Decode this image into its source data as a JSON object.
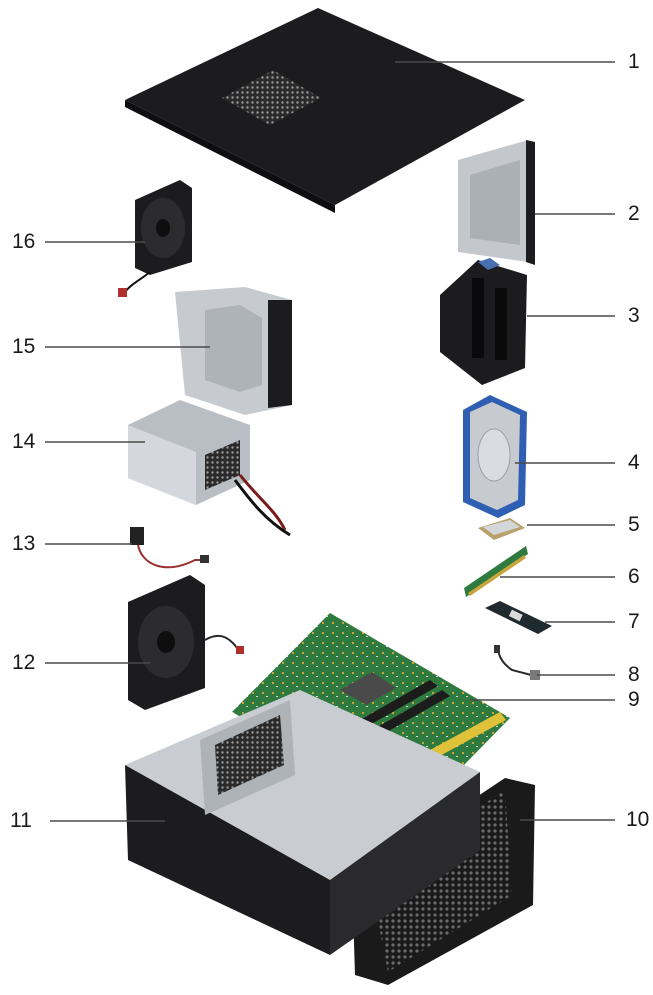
{
  "diagram": {
    "callouts": [
      {
        "number": "1",
        "side": "right",
        "part": "side-cover"
      },
      {
        "number": "2",
        "side": "right",
        "part": "optical-drive-bezel"
      },
      {
        "number": "3",
        "side": "right",
        "part": "hdd-bracket"
      },
      {
        "number": "4",
        "side": "right",
        "part": "hard-drive"
      },
      {
        "number": "5",
        "side": "right",
        "part": "processor"
      },
      {
        "number": "6",
        "side": "right",
        "part": "memory-module"
      },
      {
        "number": "7",
        "side": "right",
        "part": "ssd"
      },
      {
        "number": "8",
        "side": "right",
        "part": "power-button-cable"
      },
      {
        "number": "9",
        "side": "right",
        "part": "motherboard"
      },
      {
        "number": "10",
        "side": "right",
        "part": "front-bezel"
      },
      {
        "number": "11",
        "side": "left",
        "part": "chassis"
      },
      {
        "number": "12",
        "side": "left",
        "part": "chassis-fan"
      },
      {
        "number": "13",
        "side": "left",
        "part": "intrusion-switch"
      },
      {
        "number": "14",
        "side": "left",
        "part": "power-supply"
      },
      {
        "number": "15",
        "side": "left",
        "part": "drive-cage"
      },
      {
        "number": "16",
        "side": "left",
        "part": "rear-fan"
      }
    ]
  },
  "colors": {
    "leader_line": "#4a4a4a",
    "label_text": "#1a1a1a",
    "part_dark": "#1c1c1e",
    "part_metal": "#b9bec4",
    "hdd_blue": "#2f5fb3",
    "pcb_green": "#2f7a3f"
  }
}
